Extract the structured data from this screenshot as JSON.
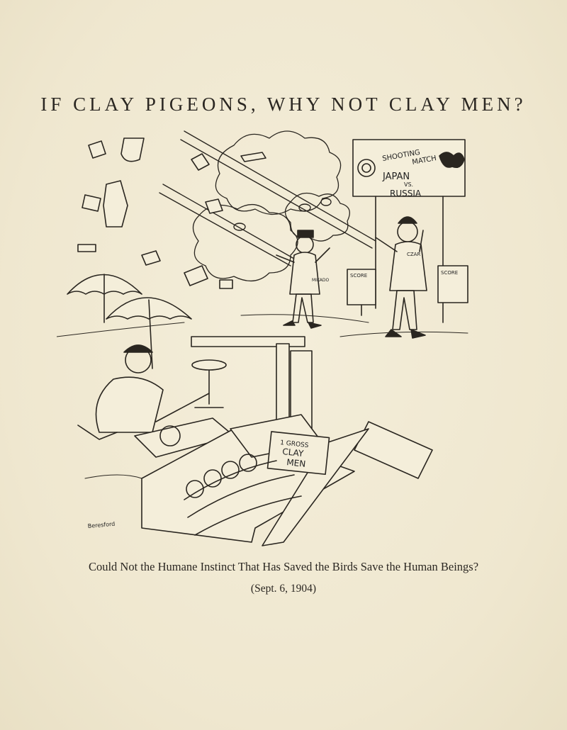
{
  "title": "IF CLAY PIGEONS, WHY NOT CLAY MEN?",
  "caption": "Could Not the Humane Instinct That Has Saved the Birds Save the Human Beings?",
  "date": "(Sept. 6, 1904)",
  "illustration": {
    "sign": {
      "line1": "SHOOTING",
      "line2": "MATCH",
      "line3": "JAPAN",
      "line4": "VS.",
      "line5": "RUSSIA"
    },
    "score_left": "SCORE",
    "score_right": "SCORE",
    "label_mikado": "MIKADO",
    "label_czar": "CZAR",
    "crate_label_1": "1 GROSS",
    "crate_label_2": "CLAY",
    "crate_label_3": "MEN",
    "signature": "Beresford"
  },
  "colors": {
    "paper": "#f1ead3",
    "ink": "#2a2620"
  }
}
